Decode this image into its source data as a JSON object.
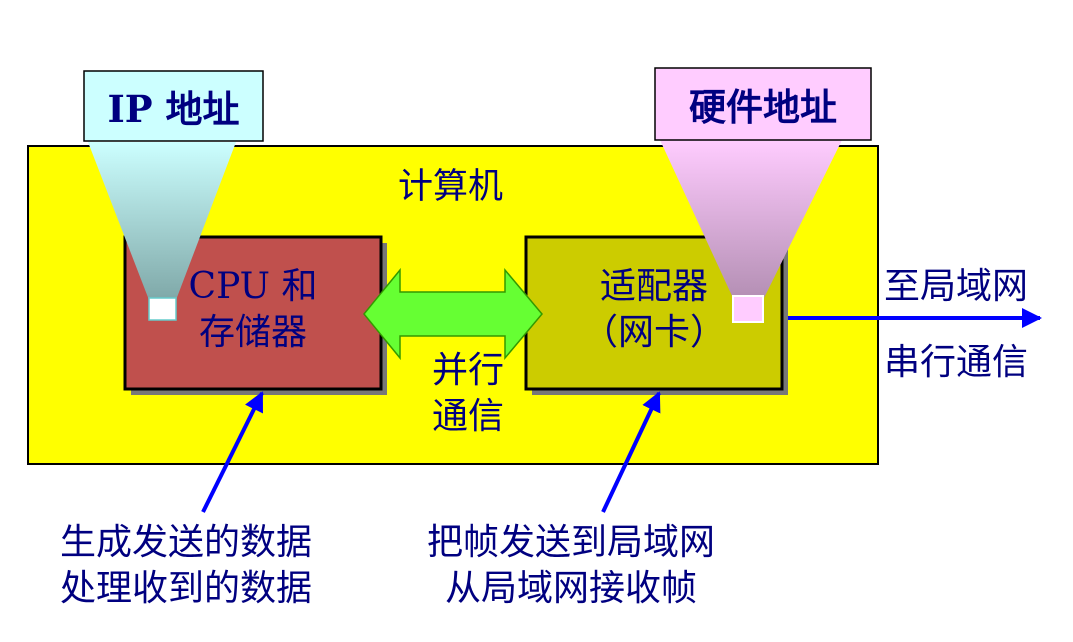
{
  "callouts": {
    "ip_address": "IP 地址",
    "hardware_address": "硬件地址"
  },
  "computer": {
    "title": "计算机",
    "cpu_box": {
      "line1": "CPU 和",
      "line2": "存储器"
    },
    "adapter_box": {
      "line1": "适配器",
      "line2": "（网卡）"
    },
    "parallel_comm": {
      "line1": "并行",
      "line2": "通信"
    }
  },
  "external": {
    "line1": "至局域网",
    "line2": "串行通信"
  },
  "bottom_left": {
    "line1": "生成发送的数据",
    "line2": "处理收到的数据"
  },
  "bottom_right": {
    "line1": "把帧发送到局域网",
    "line2": "从局域网接收帧"
  },
  "colors": {
    "computer_fill": "#ffff00",
    "cpu_fill": "#c0504d",
    "adapter_fill": "#cccc00",
    "ip_callout_fill": "#ccffff",
    "hw_callout_fill": "#ffccff",
    "arrow_green": "#66ff33",
    "arrow_blue": "#0000ff",
    "text_navy": "#000080"
  }
}
